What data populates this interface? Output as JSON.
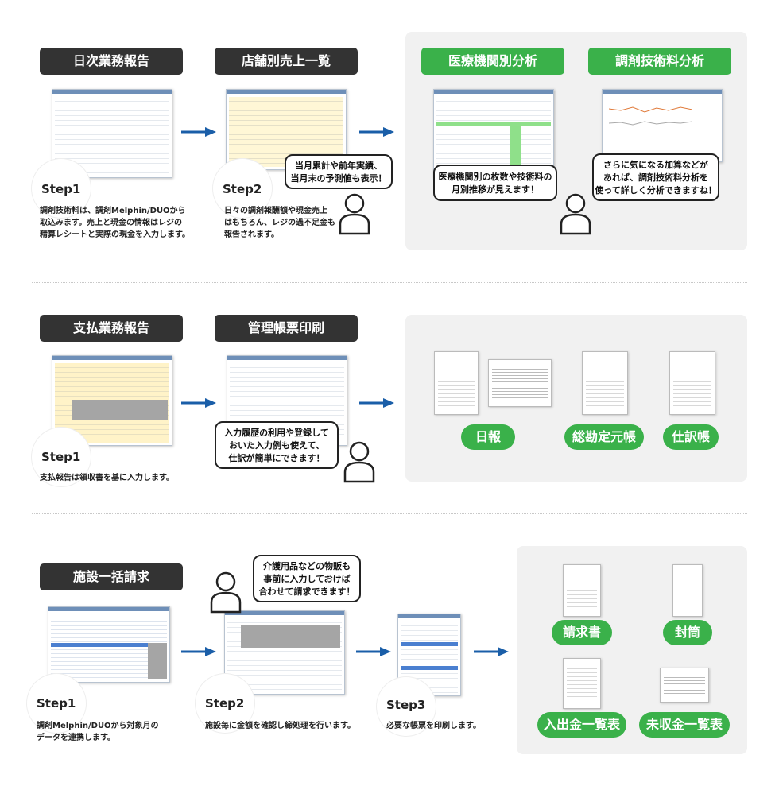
{
  "row1": {
    "step1_title": "日次業務報告",
    "step2_title": "店舗別売上一覧",
    "green1_title": "医療機関別分析",
    "green2_title": "調剤技術料分析",
    "step1_label": "Step1",
    "step2_label": "Step2",
    "step1_desc_lines": [
      "調剤技術料は、調剤Melphin/DUOから",
      "取込みます。売上と現金の情報はレジの",
      "精算レシートと実際の現金を入力します。"
    ],
    "step2_desc_lines": [
      "日々の調剤報酬額や現金売上",
      "はもちろん、レジの過不足金も",
      "報告されます。"
    ],
    "bubble1_lines": [
      "当月累計や前年実績、",
      "当月末の予測値も表示！"
    ],
    "bubble2_lines": [
      "医療機関別の枚数や技術料の",
      "月別推移が見えます！"
    ],
    "bubble3_lines": [
      "さらに気になる加算などが",
      "あれば、調剤技術料分析を",
      "使って詳しく分析できますね！"
    ]
  },
  "row2": {
    "step1_title": "支払業務報告",
    "step2_title": "管理帳票印刷",
    "step1_label": "Step1",
    "step1_desc": "支払報告は領収書を基に入力します。",
    "bubble_lines": [
      "入力履歴の利用や登録して",
      "おいた入力例も使えて、",
      "仕訳が簡単にできます！"
    ],
    "outputs": [
      "日報",
      "総勘定元帳",
      "仕訳帳"
    ]
  },
  "row3": {
    "title": "施設一括請求",
    "step1_label": "Step1",
    "step2_label": "Step2",
    "step3_label": "Step3",
    "step1_desc_lines": [
      "調剤Melphin/DUOから対象月の",
      "データを連携します。"
    ],
    "step2_desc": "施設毎に金額を確認し締処理を行います。",
    "step3_desc": "必要な帳票を印刷します。",
    "bubble_lines": [
      "介護用品などの物販も",
      "事前に入力しておけば",
      "合わせて請求できます！"
    ],
    "outputs": [
      "請求書",
      "封筒",
      "入出金一覧表",
      "未収金一覧表"
    ]
  },
  "colors": {
    "dark": "#333333",
    "green": "#3ab14a",
    "arrow": "#1a5ea8",
    "panel": "#f1f1f1"
  }
}
